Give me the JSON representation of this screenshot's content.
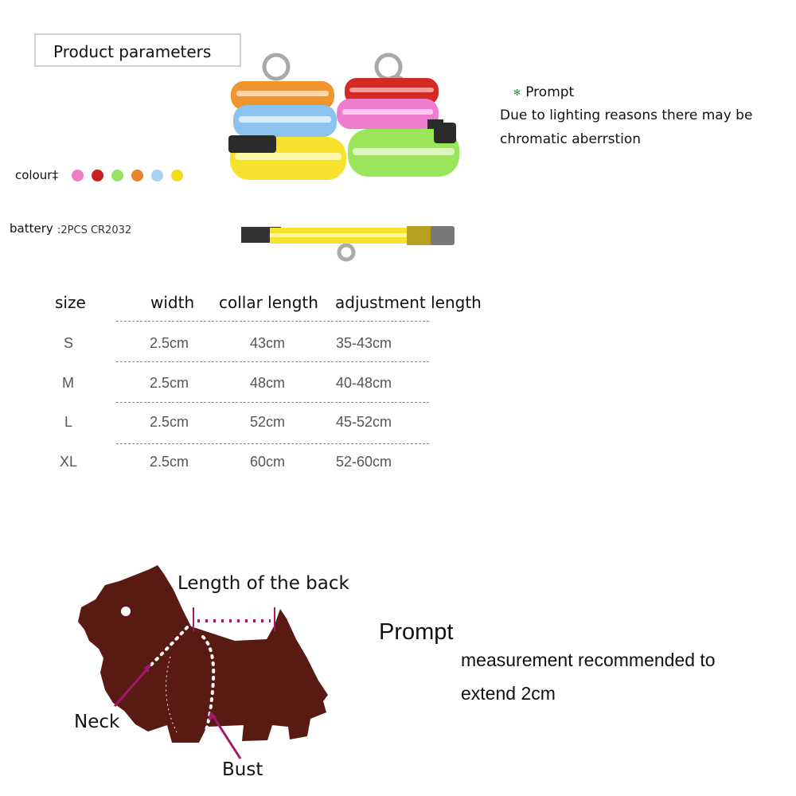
{
  "title": "Product parameters",
  "prompt_top": {
    "label": "Prompt",
    "text": "Due to lighting reasons there may be chromatic aberrstion"
  },
  "colour": {
    "label": "colour‡",
    "swatches": [
      "#ee7fc4",
      "#c81f1f",
      "#9be066",
      "#e8842a",
      "#a8d2f2",
      "#f2dc1c"
    ]
  },
  "battery": {
    "label": "battery",
    "value": ":2PCS CR2032"
  },
  "collar_colors": {
    "orange": "#f0952e",
    "red": "#d42a24",
    "blue": "#8ac4ee",
    "pink": "#f07ccf",
    "yellow": "#f7e22e",
    "green": "#9be55a"
  },
  "size_table": {
    "headers": [
      "size",
      "width",
      "collar length",
      "adjustment length"
    ],
    "rows": [
      [
        "S",
        "2.5cm",
        "43cm",
        "35-43cm"
      ],
      [
        "M",
        "2.5cm",
        "48cm",
        "40-48cm"
      ],
      [
        "L",
        "2.5cm",
        "52cm",
        "45-52cm"
      ],
      [
        "XL",
        "2.5cm",
        "60cm",
        "52-60cm"
      ]
    ]
  },
  "dog_diagram": {
    "back_label": "Length of the back",
    "neck_label": "Neck",
    "bust_label": "Bust",
    "dog_color": "#5a1a14",
    "marker_color": "#a3196a"
  },
  "prompt_bottom": {
    "title": "Prompt",
    "text": "measurement recommended to extend 2cm"
  }
}
